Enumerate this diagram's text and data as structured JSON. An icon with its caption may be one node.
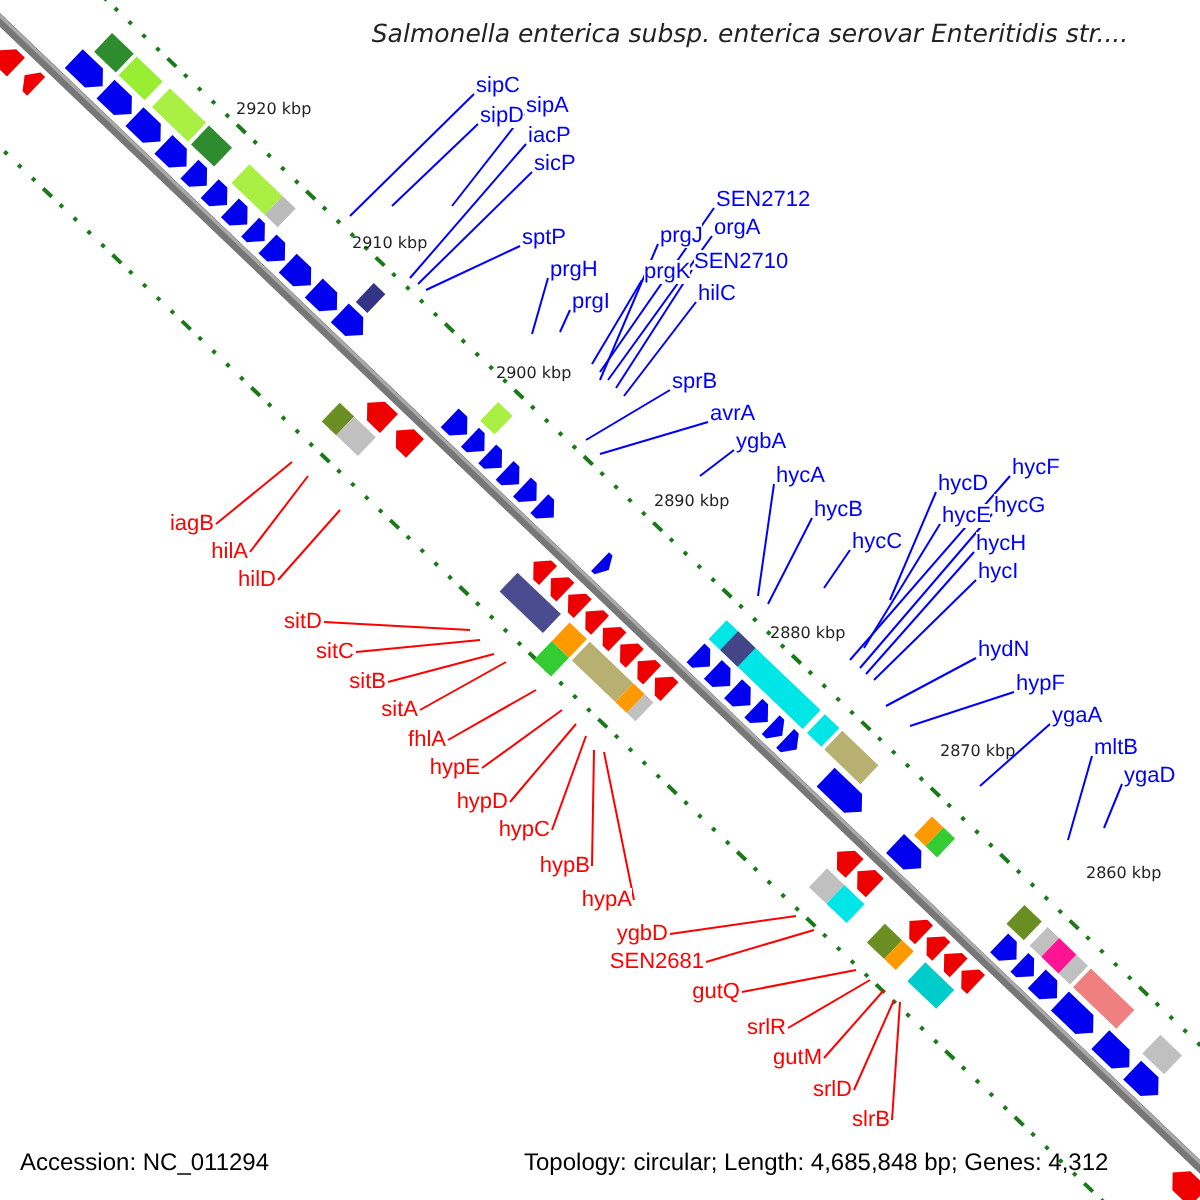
{
  "diagram": {
    "title": "Salmonella enterica subsp. enterica serovar Enteritidis str....",
    "nodes": [
      {
        "text": [
          "sipC"
        ]
      },
      {
        "text": [
          "sipD"
        ]
      },
      {
        "text": [
          "sipA"
        ]
      },
      {
        "text": [
          "iacP"
        ]
      },
      {
        "text": [
          "sicP"
        ]
      },
      {
        "text": [
          "sptP"
        ]
      },
      {
        "text": [
          "prgH"
        ]
      },
      {
        "text": [
          "prgI"
        ]
      },
      {
        "text": [
          "prgJ"
        ]
      },
      {
        "text": [
          "prgK"
        ]
      },
      {
        "text": [
          "SEN2712"
        ]
      },
      {
        "text": [
          "orgA"
        ]
      },
      {
        "text": [
          "SEN2710"
        ]
      },
      {
        "text": [
          "hilC"
        ]
      },
      {
        "text": [
          "sprB"
        ]
      },
      {
        "text": [
          "avrA"
        ]
      },
      {
        "text": [
          "ygbA"
        ]
      },
      {
        "text": [
          "hycA"
        ]
      },
      {
        "text": [
          "hycB"
        ]
      },
      {
        "text": [
          "hycC"
        ]
      },
      {
        "text": [
          "hycD"
        ]
      },
      {
        "text": [
          "hycE"
        ]
      },
      {
        "text": [
          "hycF"
        ]
      },
      {
        "text": [
          "hycG"
        ]
      },
      {
        "text": [
          "hycH"
        ]
      },
      {
        "text": [
          "hycI"
        ]
      },
      {
        "text": [
          "hydN"
        ]
      },
      {
        "text": [
          "hypF"
        ]
      },
      {
        "text": [
          "ygaA"
        ]
      },
      {
        "text": [
          "mltB"
        ]
      },
      {
        "text": [
          "ygaD"
        ]
      },
      {
        "text": [
          "iagB"
        ]
      },
      {
        "text": [
          "hilA"
        ]
      },
      {
        "text": [
          "hilD"
        ]
      },
      {
        "text": [
          "sitD"
        ]
      },
      {
        "text": [
          "sitC"
        ]
      },
      {
        "text": [
          "sitB"
        ]
      },
      {
        "text": [
          "sitA"
        ]
      },
      {
        "text": [
          "fhlA"
        ]
      },
      {
        "text": [
          "hypE"
        ]
      },
      {
        "text": [
          "hypD"
        ]
      },
      {
        "text": [
          "hypC"
        ]
      },
      {
        "text": [
          "hypB"
        ]
      },
      {
        "text": [
          "hypA"
        ]
      },
      {
        "text": [
          "ygbD"
        ]
      },
      {
        "text": [
          "SEN2681"
        ]
      },
      {
        "text": [
          "gutQ"
        ]
      },
      {
        "text": [
          "srlR"
        ]
      },
      {
        "text": [
          "gutM"
        ]
      },
      {
        "text": [
          "srlD"
        ]
      },
      {
        "text": [
          "slrB"
        ]
      }
    ],
    "edges": [
      {
        "from": 0,
        "to": null,
        "arrow": "none"
      },
      {
        "from": 1,
        "to": null,
        "arrow": "none"
      },
      {
        "from": 2,
        "to": null,
        "arrow": "none"
      },
      {
        "from": 3,
        "to": null,
        "arrow": "none"
      },
      {
        "from": 4,
        "to": null,
        "arrow": "none"
      },
      {
        "from": 5,
        "to": null,
        "arrow": "none"
      },
      {
        "from": 6,
        "to": null,
        "arrow": "none"
      },
      {
        "from": 7,
        "to": null,
        "arrow": "none"
      },
      {
        "from": 8,
        "to": null,
        "arrow": "none"
      },
      {
        "from": 9,
        "to": null,
        "arrow": "none"
      },
      {
        "from": 10,
        "to": null,
        "arrow": "none"
      },
      {
        "from": 11,
        "to": null,
        "arrow": "none"
      },
      {
        "from": 12,
        "to": null,
        "arrow": "none"
      },
      {
        "from": 13,
        "to": null,
        "arrow": "none"
      },
      {
        "from": 14,
        "to": null,
        "arrow": "none"
      },
      {
        "from": 15,
        "to": null,
        "arrow": "none"
      },
      {
        "from": 16,
        "to": null,
        "arrow": "none"
      },
      {
        "from": 17,
        "to": null,
        "arrow": "none"
      },
      {
        "from": 18,
        "to": null,
        "arrow": "none"
      },
      {
        "from": 19,
        "to": null,
        "arrow": "none"
      },
      {
        "from": 20,
        "to": null,
        "arrow": "none"
      },
      {
        "from": 21,
        "to": null,
        "arrow": "none"
      },
      {
        "from": 22,
        "to": null,
        "arrow": "none"
      },
      {
        "from": 23,
        "to": null,
        "arrow": "none"
      },
      {
        "from": 24,
        "to": null,
        "arrow": "none"
      },
      {
        "from": 25,
        "to": null,
        "arrow": "none"
      },
      {
        "from": 26,
        "to": null,
        "arrow": "none"
      },
      {
        "from": 27,
        "to": null,
        "arrow": "none"
      },
      {
        "from": 28,
        "to": null,
        "arrow": "none"
      },
      {
        "from": 29,
        "to": null,
        "arrow": "none"
      },
      {
        "from": 30,
        "to": null,
        "arrow": "none"
      },
      {
        "from": 31,
        "to": null,
        "arrow": "none",
        "color": "#ff0000"
      },
      {
        "from": 32,
        "to": null,
        "arrow": "none",
        "color": "#ff0000"
      },
      {
        "from": 33,
        "to": null,
        "arrow": "none",
        "color": "#ff0000"
      },
      {
        "from": 34,
        "to": null,
        "arrow": "none",
        "color": "#ff0000"
      },
      {
        "from": 35,
        "to": null,
        "arrow": "none",
        "color": "#ff0000"
      },
      {
        "from": 36,
        "to": null,
        "arrow": "none",
        "color": "#ff0000"
      },
      {
        "from": 37,
        "to": null,
        "arrow": "none",
        "color": "#ff0000"
      },
      {
        "from": 38,
        "to": null,
        "arrow": "none",
        "color": "#ff0000"
      },
      {
        "from": 39,
        "to": null,
        "arrow": "none",
        "color": "#ff0000"
      },
      {
        "from": 40,
        "to": null,
        "arrow": "none",
        "color": "#ff0000"
      },
      {
        "from": 41,
        "to": null,
        "arrow": "none",
        "color": "#ff0000"
      },
      {
        "from": 42,
        "to": null,
        "arrow": "none",
        "color": "#ff0000"
      },
      {
        "from": 43,
        "to": null,
        "arrow": "none",
        "color": "#ff0000"
      },
      {
        "from": 44,
        "to": null,
        "arrow": "none",
        "color": "#ff0000"
      },
      {
        "from": 45,
        "to": null,
        "arrow": "none",
        "color": "#ff0000"
      },
      {
        "from": 46,
        "to": null,
        "arrow": "none",
        "color": "#ff0000"
      },
      {
        "from": 47,
        "to": null,
        "arrow": "none",
        "color": "#ff0000"
      },
      {
        "from": 48,
        "to": null,
        "arrow": "none",
        "color": "#ff0000"
      },
      {
        "from": 49,
        "to": null,
        "arrow": "none",
        "color": "#ff0000"
      },
      {
        "from": 50,
        "to": null,
        "arrow": "none",
        "color": "#ff0000"
      }
    ],
    "labels": [
      "2920 kbp",
      "2910 kbp",
      "2900 kbp",
      "2890 kbp",
      "2880 kbp",
      "2870 kbp",
      "2860 kbp",
      "Accession: NC_011294",
      "Topology: circular; Length: 4,685,848 bp; Genes: 4,312"
    ]
  }
}
